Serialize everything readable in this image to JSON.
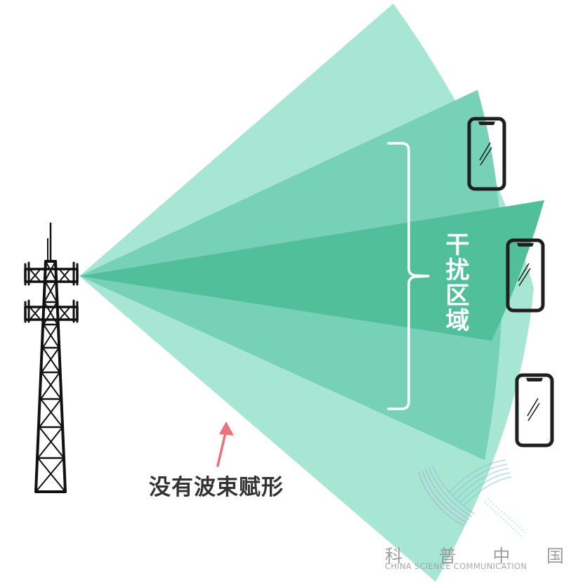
{
  "diagram": {
    "title_region_label": "干扰区域",
    "annotation_label": "没有波束赋形",
    "watermark": {
      "chinese": [
        "科",
        "普",
        "中",
        "国"
      ],
      "english": "CHINA SCIENCE COMMUNICATION"
    },
    "colors": {
      "beam_light": "#a8e6d4",
      "beam_mid": "#77d1b7",
      "beam_dark": "#52bf9b",
      "bracket": "#ffffff",
      "arrow": "#ef6f7a",
      "tower": "#111111",
      "phone_outline": "#1f1f1f",
      "label_text": "#333333"
    },
    "elements": {
      "tower": "cell-tower-icon",
      "beams": [
        {
          "name": "outer-beam",
          "tier": "light"
        },
        {
          "name": "middle-beam",
          "tier": "mid"
        },
        {
          "name": "inner-beam",
          "tier": "dark"
        }
      ],
      "phones": [
        "phone-top",
        "phone-middle",
        "phone-bottom"
      ],
      "bracket": "interference-bracket",
      "arrow": "pointer-arrow"
    }
  }
}
